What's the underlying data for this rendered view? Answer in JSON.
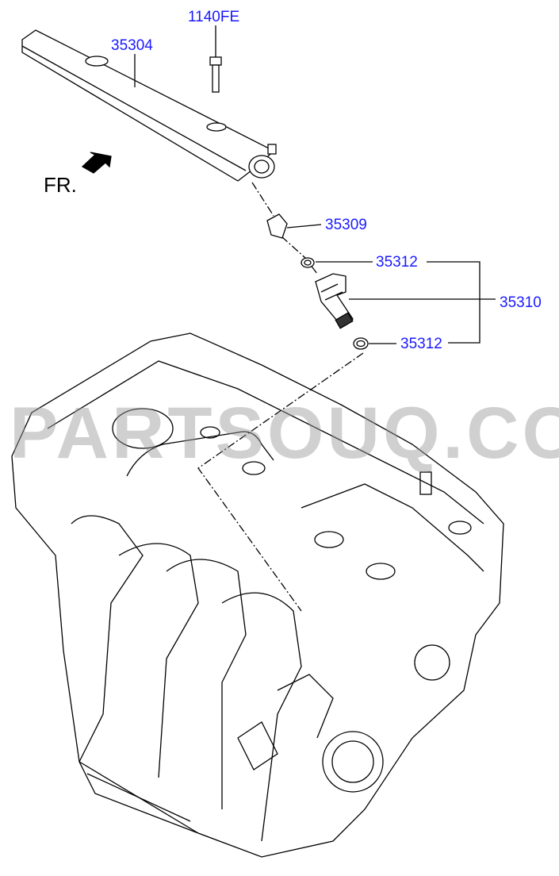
{
  "diagram": {
    "orientation_label": "FR.",
    "watermark": "PARTSOUQ.COM",
    "label_color": "#1a1aff",
    "parts": [
      {
        "id": "1140FE",
        "name": "bolt"
      },
      {
        "id": "35304",
        "name": "fuel-rail"
      },
      {
        "id": "35309",
        "name": "injector-clip"
      },
      {
        "id": "35312",
        "name": "o-ring-upper"
      },
      {
        "id": "35310",
        "name": "injector-assembly"
      },
      {
        "id": "35312",
        "name": "o-ring-lower"
      }
    ]
  }
}
